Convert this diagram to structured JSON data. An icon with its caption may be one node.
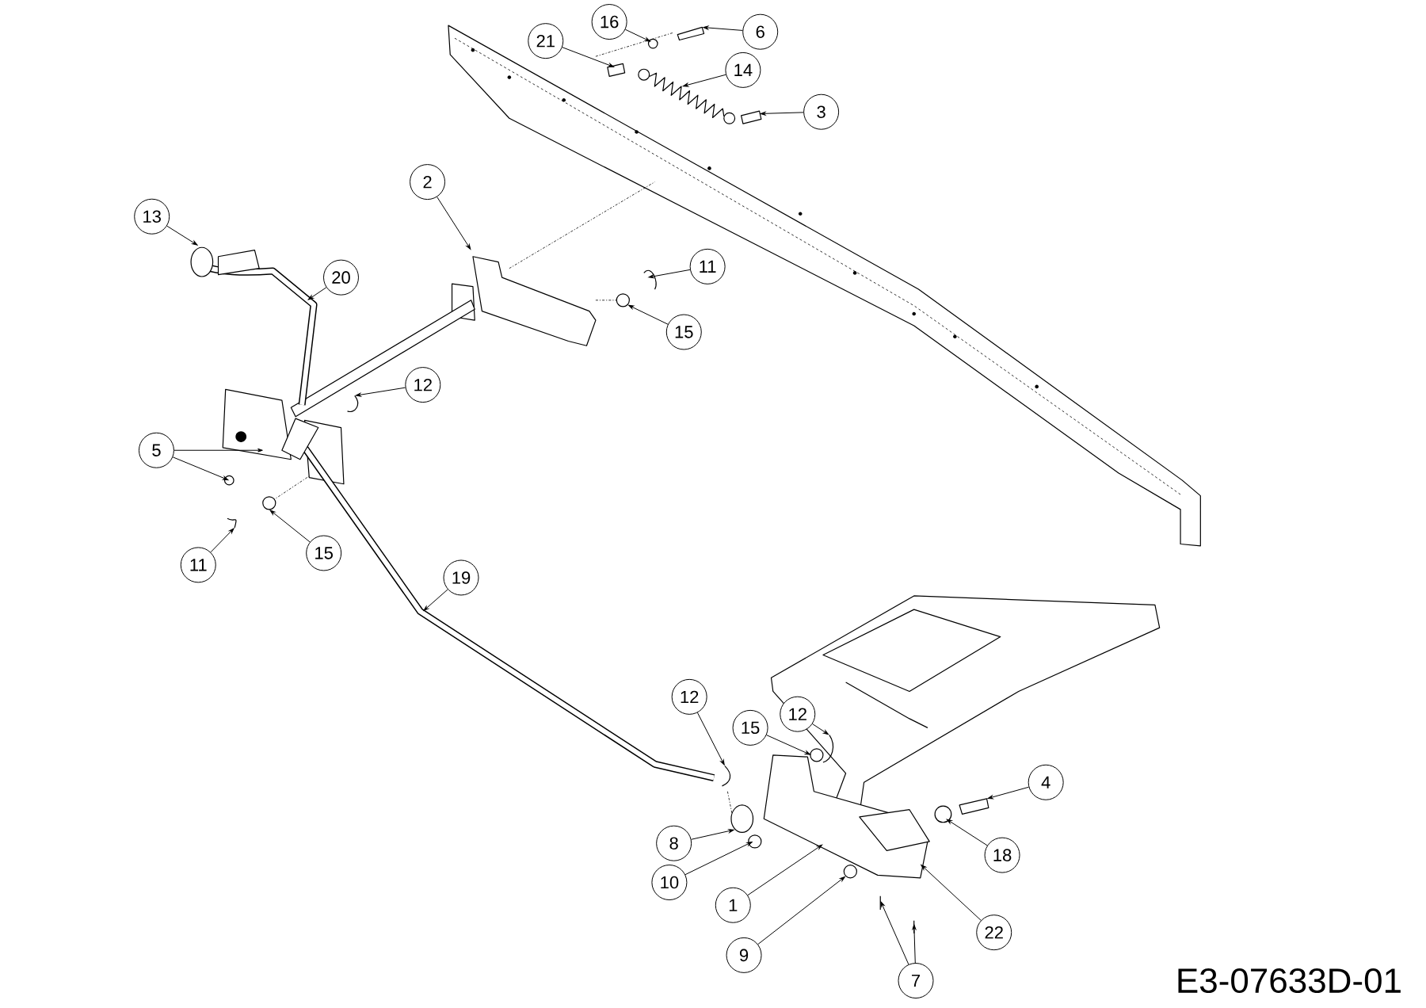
{
  "diagram": {
    "nodes": [
      {
        "text": [
          "16"
        ]
      },
      {
        "text": [
          "6"
        ]
      },
      {
        "text": [
          "21"
        ]
      },
      {
        "text": [
          "14"
        ]
      },
      {
        "text": [
          "3"
        ]
      },
      {
        "text": [
          "2"
        ]
      },
      {
        "text": [
          "13"
        ]
      },
      {
        "text": [
          "20"
        ]
      },
      {
        "text": [
          "11"
        ]
      },
      {
        "text": [
          "15"
        ]
      },
      {
        "text": [
          "12"
        ]
      },
      {
        "text": [
          "5"
        ]
      },
      {
        "text": [
          "11"
        ]
      },
      {
        "text": [
          "15"
        ]
      },
      {
        "text": [
          "19"
        ]
      },
      {
        "text": [
          "12"
        ]
      },
      {
        "text": [
          "15"
        ]
      },
      {
        "text": [
          "12"
        ]
      },
      {
        "text": [
          "4"
        ]
      },
      {
        "text": [
          "18"
        ]
      },
      {
        "text": [
          "8"
        ]
      },
      {
        "text": [
          "10"
        ]
      },
      {
        "text": [
          "1"
        ]
      },
      {
        "text": [
          "9"
        ]
      },
      {
        "text": [
          "22"
        ]
      },
      {
        "text": [
          "7"
        ]
      }
    ],
    "edges": [
      {
        "from": 0,
        "to": null,
        "arrow": "to"
      },
      {
        "from": 1,
        "to": null,
        "arrow": "to"
      },
      {
        "from": 2,
        "to": null,
        "arrow": "to"
      },
      {
        "from": 3,
        "to": null,
        "arrow": "to"
      },
      {
        "from": 4,
        "to": null,
        "arrow": "to"
      },
      {
        "from": 5,
        "to": null,
        "arrow": "to"
      },
      {
        "from": 6,
        "to": null,
        "arrow": "to"
      },
      {
        "from": 7,
        "to": null,
        "arrow": "to"
      },
      {
        "from": 8,
        "to": null,
        "arrow": "to"
      },
      {
        "from": 9,
        "to": null,
        "arrow": "to"
      },
      {
        "from": 10,
        "to": null,
        "arrow": "to"
      },
      {
        "from": 11,
        "to": null,
        "arrow": "to"
      },
      {
        "from": 11,
        "to": null,
        "arrow": "to"
      },
      {
        "from": 12,
        "to": null,
        "arrow": "to"
      },
      {
        "from": 13,
        "to": null,
        "arrow": "to"
      },
      {
        "from": 14,
        "to": null,
        "arrow": "to"
      },
      {
        "from": 15,
        "to": null,
        "arrow": "to"
      },
      {
        "from": 16,
        "to": null,
        "arrow": "to"
      },
      {
        "from": 17,
        "to": null,
        "arrow": "to"
      },
      {
        "from": 18,
        "to": null,
        "arrow": "to"
      },
      {
        "from": 19,
        "to": null,
        "arrow": "to"
      },
      {
        "from": 20,
        "to": null,
        "arrow": "to"
      },
      {
        "from": 21,
        "to": null,
        "arrow": "to"
      },
      {
        "from": 22,
        "to": null,
        "arrow": "to"
      },
      {
        "from": 23,
        "to": null,
        "arrow": "to"
      },
      {
        "from": 24,
        "to": null,
        "arrow": "to"
      },
      {
        "from": 25,
        "to": null,
        "arrow": "to"
      },
      {
        "from": 25,
        "to": null,
        "arrow": "to"
      }
    ],
    "labels": [
      "E3-07633D-01"
    ]
  }
}
